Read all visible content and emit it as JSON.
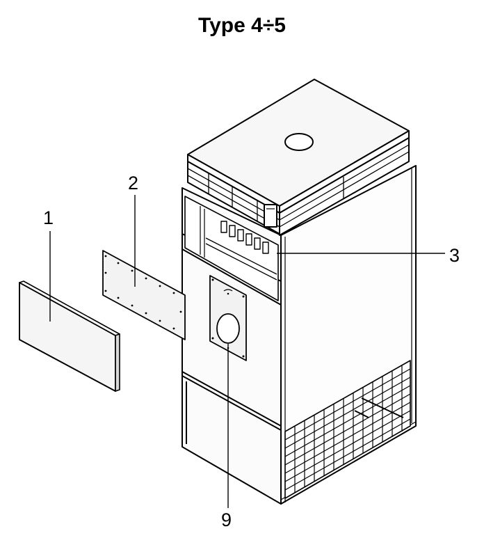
{
  "title": "Type 4÷5",
  "callouts": [
    {
      "id": "1",
      "label": "1"
    },
    {
      "id": "2",
      "label": "2"
    },
    {
      "id": "3",
      "label": "3"
    },
    {
      "id": "9",
      "label": "9"
    }
  ],
  "colors": {
    "line": "#000000",
    "paper": "#ffffff",
    "panel": "#f4f4f4"
  }
}
